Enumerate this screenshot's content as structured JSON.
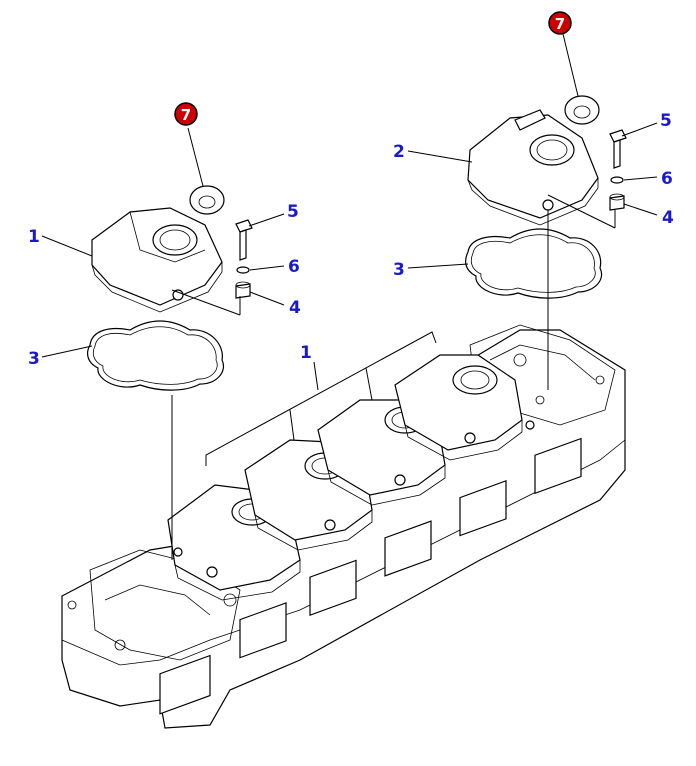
{
  "callouts": {
    "left_cover": "1",
    "left_seal": "7",
    "left_bolt": "5",
    "left_washer": "6",
    "left_bushing": "4",
    "left_gasket": "3",
    "group_covers": "1",
    "right_cover": "2",
    "right_seal": "7",
    "right_bolt": "5",
    "right_washer": "6",
    "right_bushing": "4",
    "right_gasket": "3"
  },
  "colors": {
    "callout_text": "#1a1acc",
    "badge_fill": "#cc0000",
    "line": "#000000"
  }
}
